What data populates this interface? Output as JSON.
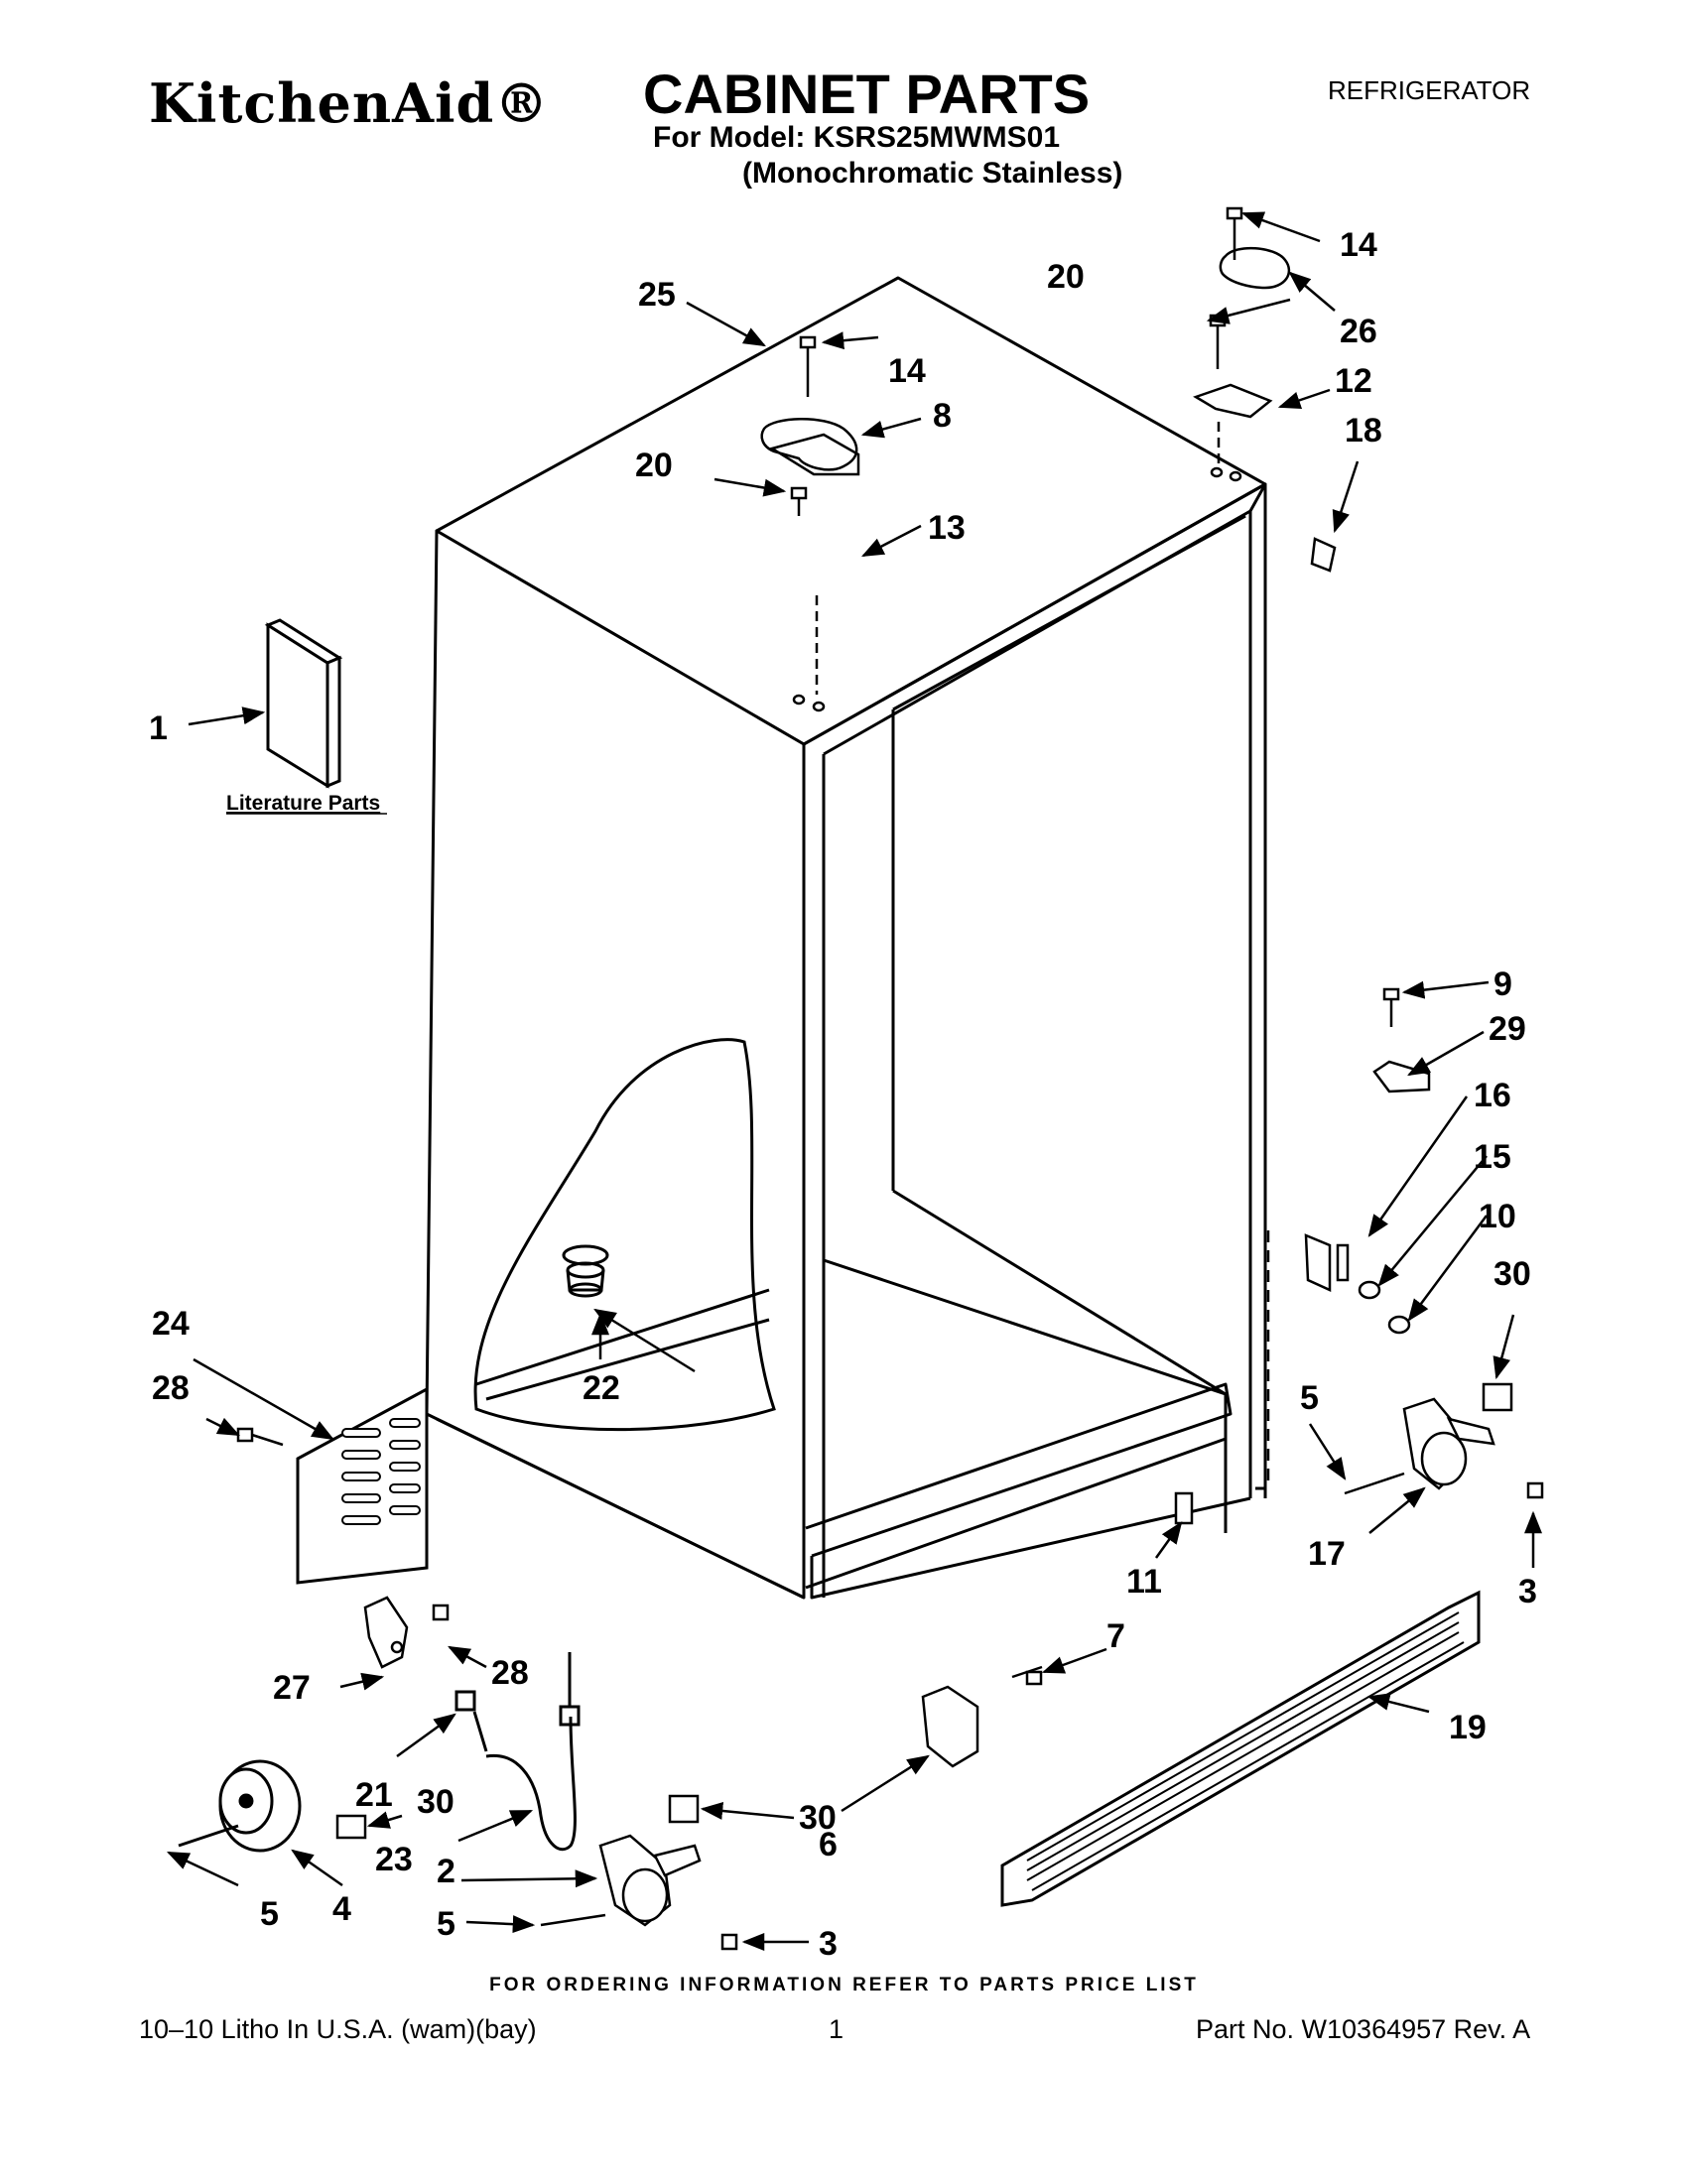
{
  "header": {
    "brand": "KitchenAid®",
    "title": "CABINET PARTS",
    "category": "REFRIGERATOR",
    "model_line": "For Model: KSRS25MWMS01",
    "variant_line": "(Monochromatic Stainless)"
  },
  "diagram": {
    "literature_caption": "Literature Parts",
    "callouts": [
      {
        "id": "c1",
        "label": "1"
      },
      {
        "id": "c2",
        "label": "2"
      },
      {
        "id": "c3a",
        "label": "3"
      },
      {
        "id": "c3b",
        "label": "3"
      },
      {
        "id": "c4",
        "label": "4"
      },
      {
        "id": "c5a",
        "label": "5"
      },
      {
        "id": "c5b",
        "label": "5"
      },
      {
        "id": "c5c",
        "label": "5"
      },
      {
        "id": "c6",
        "label": "6"
      },
      {
        "id": "c7",
        "label": "7"
      },
      {
        "id": "c8",
        "label": "8"
      },
      {
        "id": "c9",
        "label": "9"
      },
      {
        "id": "c10",
        "label": "10"
      },
      {
        "id": "c11",
        "label": "11"
      },
      {
        "id": "c12",
        "label": "12"
      },
      {
        "id": "c13",
        "label": "13"
      },
      {
        "id": "c14a",
        "label": "14"
      },
      {
        "id": "c14b",
        "label": "14"
      },
      {
        "id": "c15",
        "label": "15"
      },
      {
        "id": "c16",
        "label": "16"
      },
      {
        "id": "c17",
        "label": "17"
      },
      {
        "id": "c18",
        "label": "18"
      },
      {
        "id": "c19",
        "label": "19"
      },
      {
        "id": "c20a",
        "label": "20"
      },
      {
        "id": "c20b",
        "label": "20"
      },
      {
        "id": "c21",
        "label": "21"
      },
      {
        "id": "c22",
        "label": "22"
      },
      {
        "id": "c23",
        "label": "23"
      },
      {
        "id": "c24",
        "label": "24"
      },
      {
        "id": "c25",
        "label": "25"
      },
      {
        "id": "c26",
        "label": "26"
      },
      {
        "id": "c27",
        "label": "27"
      },
      {
        "id": "c28a",
        "label": "28"
      },
      {
        "id": "c28b",
        "label": "28"
      },
      {
        "id": "c29",
        "label": "29"
      },
      {
        "id": "c30a",
        "label": "30"
      },
      {
        "id": "c30b",
        "label": "30"
      },
      {
        "id": "c30c",
        "label": "30"
      }
    ]
  },
  "footer": {
    "ordering_note": "FOR ORDERING INFORMATION REFER TO PARTS PRICE LIST",
    "print_info": "10–10 Litho In U.S.A. (wam)(bay)",
    "page_number": "1",
    "part_number": "Part No. W10364957 Rev. A"
  }
}
